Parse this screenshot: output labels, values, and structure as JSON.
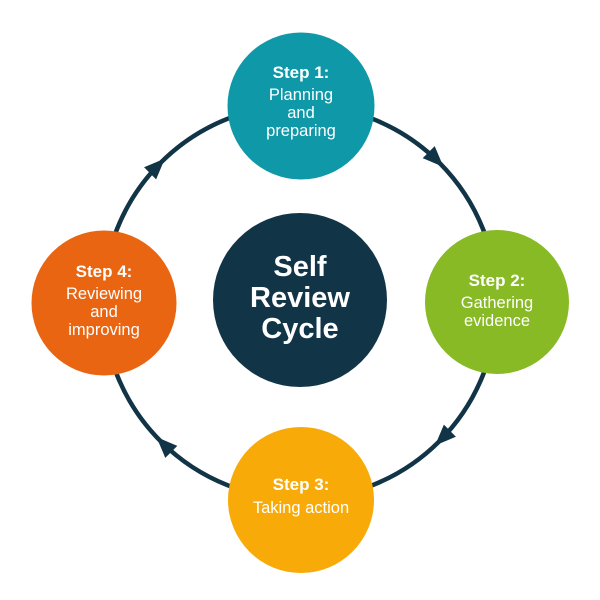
{
  "diagram": {
    "title_lines": [
      "Self",
      "Review",
      "Cycle"
    ],
    "flow_direction": "clockwise",
    "steps": [
      {
        "label": "Step 1:",
        "lines": [
          "Planning",
          "and",
          "preparing"
        ],
        "color": "#0f99a8",
        "position": "top"
      },
      {
        "label": "Step 2:",
        "lines": [
          "Gathering",
          "evidence"
        ],
        "color": "#87ba25",
        "position": "right"
      },
      {
        "label": "Step 3:",
        "lines": [
          "Taking action"
        ],
        "color": "#f8ab08",
        "position": "bottom"
      },
      {
        "label": "Step 4:",
        "lines": [
          "Reviewing",
          "and",
          "improving"
        ],
        "color": "#e96512",
        "position": "left"
      }
    ],
    "colors": {
      "center_circle": "#123447",
      "ring": "#123447",
      "text": "#ffffff",
      "background": "#ffffff"
    }
  }
}
